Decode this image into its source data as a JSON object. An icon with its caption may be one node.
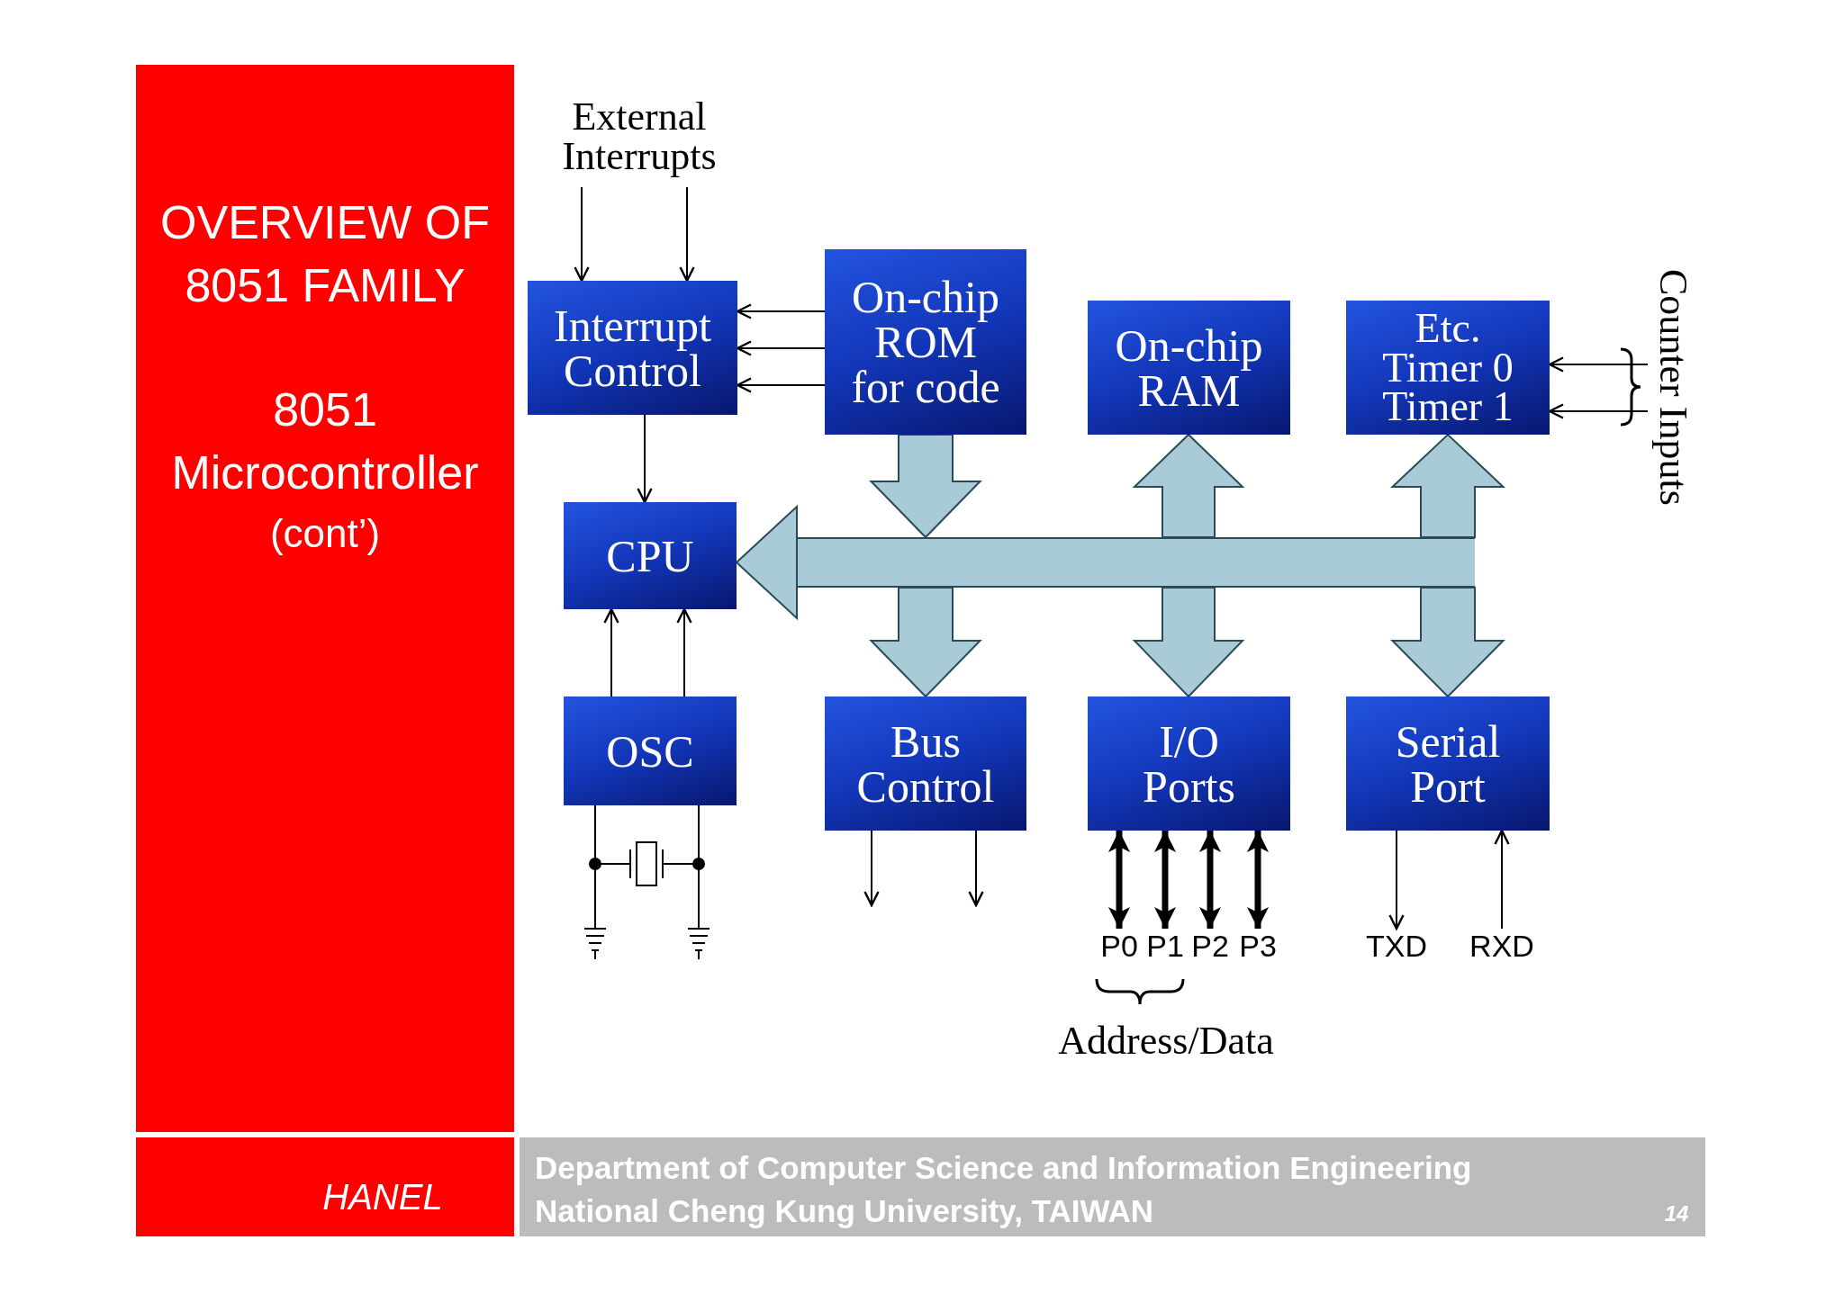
{
  "diagram": {
    "title": "OVERVIEW OF 8051 FAMILY",
    "nodes": [
      {
        "text": [
          "External Interrupts"
        ]
      },
      {
        "text": [
          "Interrupt Control"
        ]
      },
      {
        "text": [
          "On-chip ROM for code"
        ]
      },
      {
        "text": [
          "On-chip RAM"
        ]
      },
      {
        "text": [
          "Etc.",
          "Timer 0",
          "Timer 1"
        ]
      },
      {
        "text": [
          "Counter Inputs"
        ]
      },
      {
        "text": [
          "CPU"
        ]
      },
      {
        "text": [],
        "shape": "bar"
      },
      {
        "text": [
          "OSC"
        ]
      },
      {
        "text": [
          "Bus Control"
        ]
      },
      {
        "text": [
          "I/O Ports"
        ]
      },
      {
        "text": [
          "Serial Port"
        ]
      },
      {
        "text": [
          "P0"
        ]
      },
      {
        "text": [
          "P1"
        ]
      },
      {
        "text": [
          "P2"
        ]
      },
      {
        "text": [
          "P3"
        ]
      },
      {
        "text": [
          "TXD"
        ]
      },
      {
        "text": [
          "RXD"
        ]
      }
    ],
    "edges": [
      {
        "from": 0,
        "to": 1,
        "arrow": "to"
      },
      {
        "from": 0,
        "to": 1,
        "arrow": "to"
      },
      {
        "from": 2,
        "to": 1,
        "arrow": "to"
      },
      {
        "from": 2,
        "to": 1,
        "arrow": "to"
      },
      {
        "from": 2,
        "to": 1,
        "arrow": "to"
      },
      {
        "from": 1,
        "to": 6,
        "arrow": "to"
      },
      {
        "from": 8,
        "to": 6,
        "arrow": "to"
      },
      {
        "from": 8,
        "to": 6,
        "arrow": "to"
      },
      {
        "from": 7,
        "to": 6,
        "arrow": "to",
        "style": "thick",
        "color": "#a9cbd8"
      },
      {
        "from": 2,
        "to": 7,
        "arrow": "to",
        "style": "thick",
        "color": "#a9cbd8"
      },
      {
        "from": 7,
        "to": 9,
        "arrow": "to",
        "style": "thick",
        "color": "#a9cbd8"
      },
      {
        "from": 7,
        "to": 3,
        "arrow": "to",
        "style": "thick",
        "color": "#a9cbd8"
      },
      {
        "from": 7,
        "to": 10,
        "arrow": "to",
        "style": "thick",
        "color": "#a9cbd8"
      },
      {
        "from": 7,
        "to": 4,
        "arrow": "to",
        "style": "thick",
        "color": "#a9cbd8"
      },
      {
        "from": 7,
        "to": 11,
        "arrow": "to",
        "style": "thick",
        "color": "#a9cbd8"
      },
      {
        "from": 5,
        "to": 4,
        "arrow": "to"
      },
      {
        "from": 5,
        "to": 4,
        "arrow": "to"
      },
      {
        "from": 9,
        "to": null,
        "arrow": "to"
      },
      {
        "from": 9,
        "to": null,
        "arrow": "to"
      },
      {
        "from": 10,
        "to": 12,
        "arrow": "both",
        "style": "thick"
      },
      {
        "from": 10,
        "to": 13,
        "arrow": "both",
        "style": "thick"
      },
      {
        "from": 10,
        "to": 14,
        "arrow": "both",
        "style": "thick"
      },
      {
        "from": 10,
        "to": 15,
        "arrow": "both",
        "style": "thick"
      },
      {
        "from": 11,
        "to": 16,
        "arrow": "to"
      },
      {
        "from": 17,
        "to": 11,
        "arrow": "to"
      }
    ],
    "labels": [
      "8051 Microcontroller",
      "(cont’)",
      "Address/Data",
      "HANEL",
      "Department of Computer Science and Information Engineering",
      "National Cheng Kung University, TAIWAN",
      "14"
    ]
  }
}
